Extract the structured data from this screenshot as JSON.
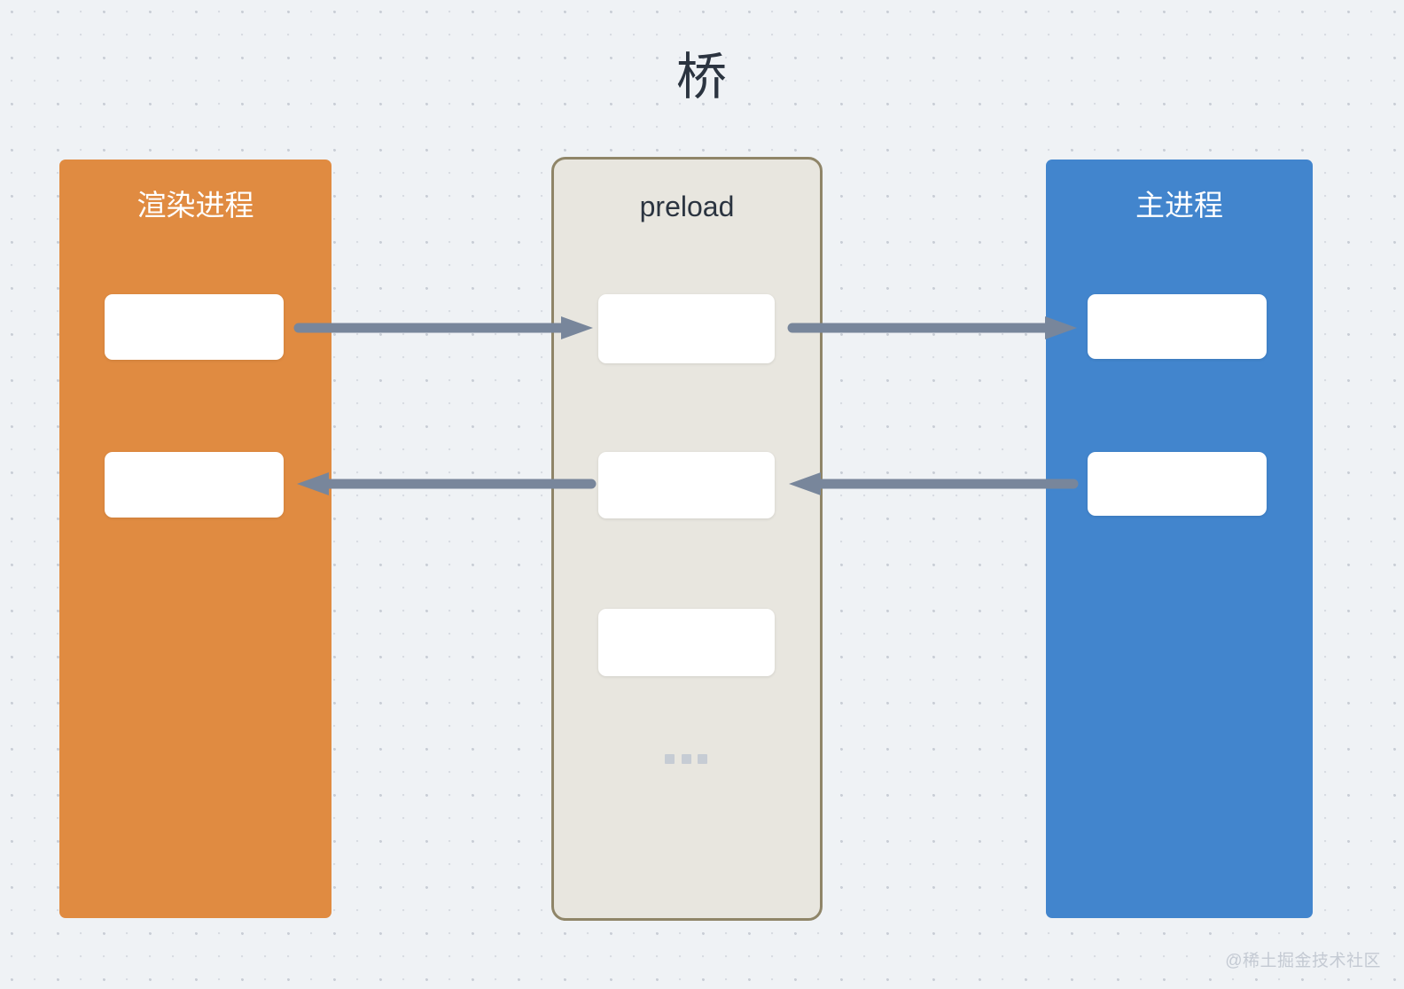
{
  "title": "桥",
  "theme": {
    "background": "#eff2f5",
    "grid_dot": "#d7dbe1",
    "renderer_panel": "#e08b41",
    "preload_panel": "#e8e6df",
    "preload_border": "#8f8568",
    "main_panel": "#4285cd",
    "slot_fill": "#ffffff",
    "arrow": "#78869b",
    "title_text": "#2b3440",
    "watermark_text": "#c4cad3"
  },
  "panels": [
    {
      "id": "renderer",
      "label": "渲染进程",
      "slots": [
        {
          "id": "renderer-slot-1",
          "label": ""
        },
        {
          "id": "renderer-slot-2",
          "label": ""
        }
      ]
    },
    {
      "id": "preload",
      "label": "preload",
      "slots": [
        {
          "id": "preload-slot-1",
          "label": ""
        },
        {
          "id": "preload-slot-2",
          "label": ""
        },
        {
          "id": "preload-slot-3",
          "label": ""
        }
      ],
      "ellipsis": "..."
    },
    {
      "id": "main",
      "label": "主进程",
      "slots": [
        {
          "id": "main-slot-1",
          "label": ""
        },
        {
          "id": "main-slot-2",
          "label": ""
        }
      ]
    }
  ],
  "arrows": [
    {
      "id": "renderer-to-preload",
      "direction": "right",
      "label": ""
    },
    {
      "id": "preload-to-main",
      "direction": "right",
      "label": ""
    },
    {
      "id": "preload-to-renderer",
      "direction": "left",
      "label": ""
    },
    {
      "id": "main-to-preload",
      "direction": "left",
      "label": ""
    }
  ],
  "watermark": "@稀土掘金技术社区"
}
